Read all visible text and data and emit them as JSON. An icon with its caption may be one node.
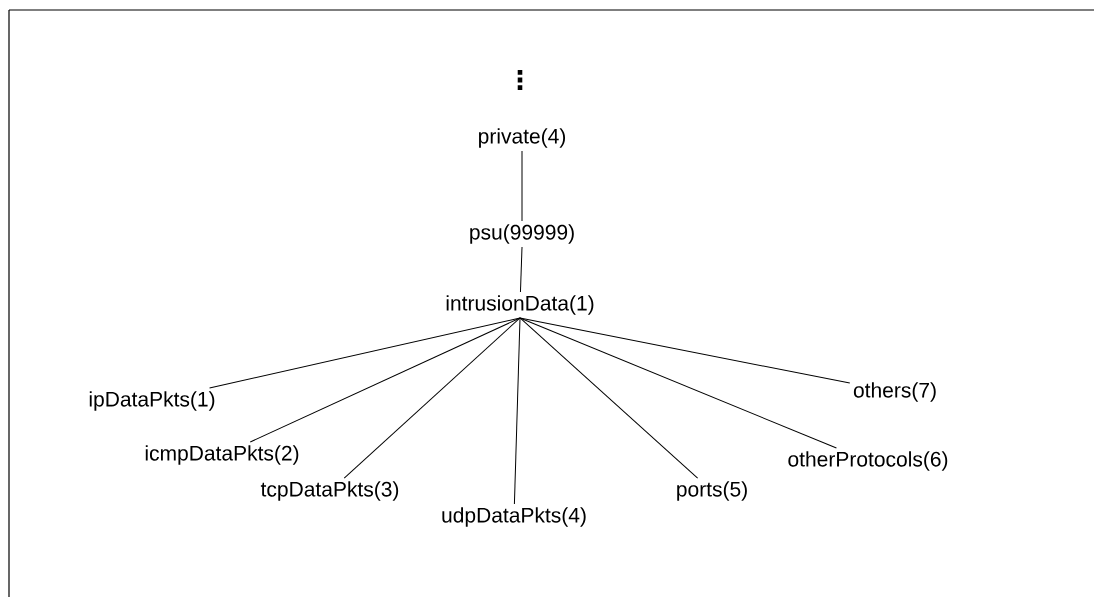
{
  "diagram": {
    "nodes": [
      {
        "text": [
          "private(4)"
        ]
      },
      {
        "text": [
          "psu(99999)"
        ]
      },
      {
        "text": [
          "intrusionData(1)"
        ]
      },
      {
        "text": [
          "ipDataPkts(1)"
        ]
      },
      {
        "text": [
          "icmpDataPkts(2)"
        ]
      },
      {
        "text": [
          "tcpDataPkts(3)"
        ]
      },
      {
        "text": [
          "udpDataPkts(4)"
        ]
      },
      {
        "text": [
          "ports(5)"
        ]
      },
      {
        "text": [
          "otherProtocols(6)"
        ]
      },
      {
        "text": [
          "others(7)"
        ]
      }
    ],
    "edges": [
      {
        "from": 0,
        "to": 1,
        "arrow": "none"
      },
      {
        "from": 1,
        "to": 2,
        "arrow": "none"
      },
      {
        "from": 2,
        "to": 3,
        "arrow": "none"
      },
      {
        "from": 2,
        "to": 4,
        "arrow": "none"
      },
      {
        "from": 2,
        "to": 5,
        "arrow": "none"
      },
      {
        "from": 2,
        "to": 6,
        "arrow": "none"
      },
      {
        "from": 2,
        "to": 7,
        "arrow": "none"
      },
      {
        "from": 2,
        "to": 8,
        "arrow": "none"
      },
      {
        "from": 2,
        "to": 9,
        "arrow": "none"
      }
    ],
    "labels": [
      "⋮"
    ]
  }
}
